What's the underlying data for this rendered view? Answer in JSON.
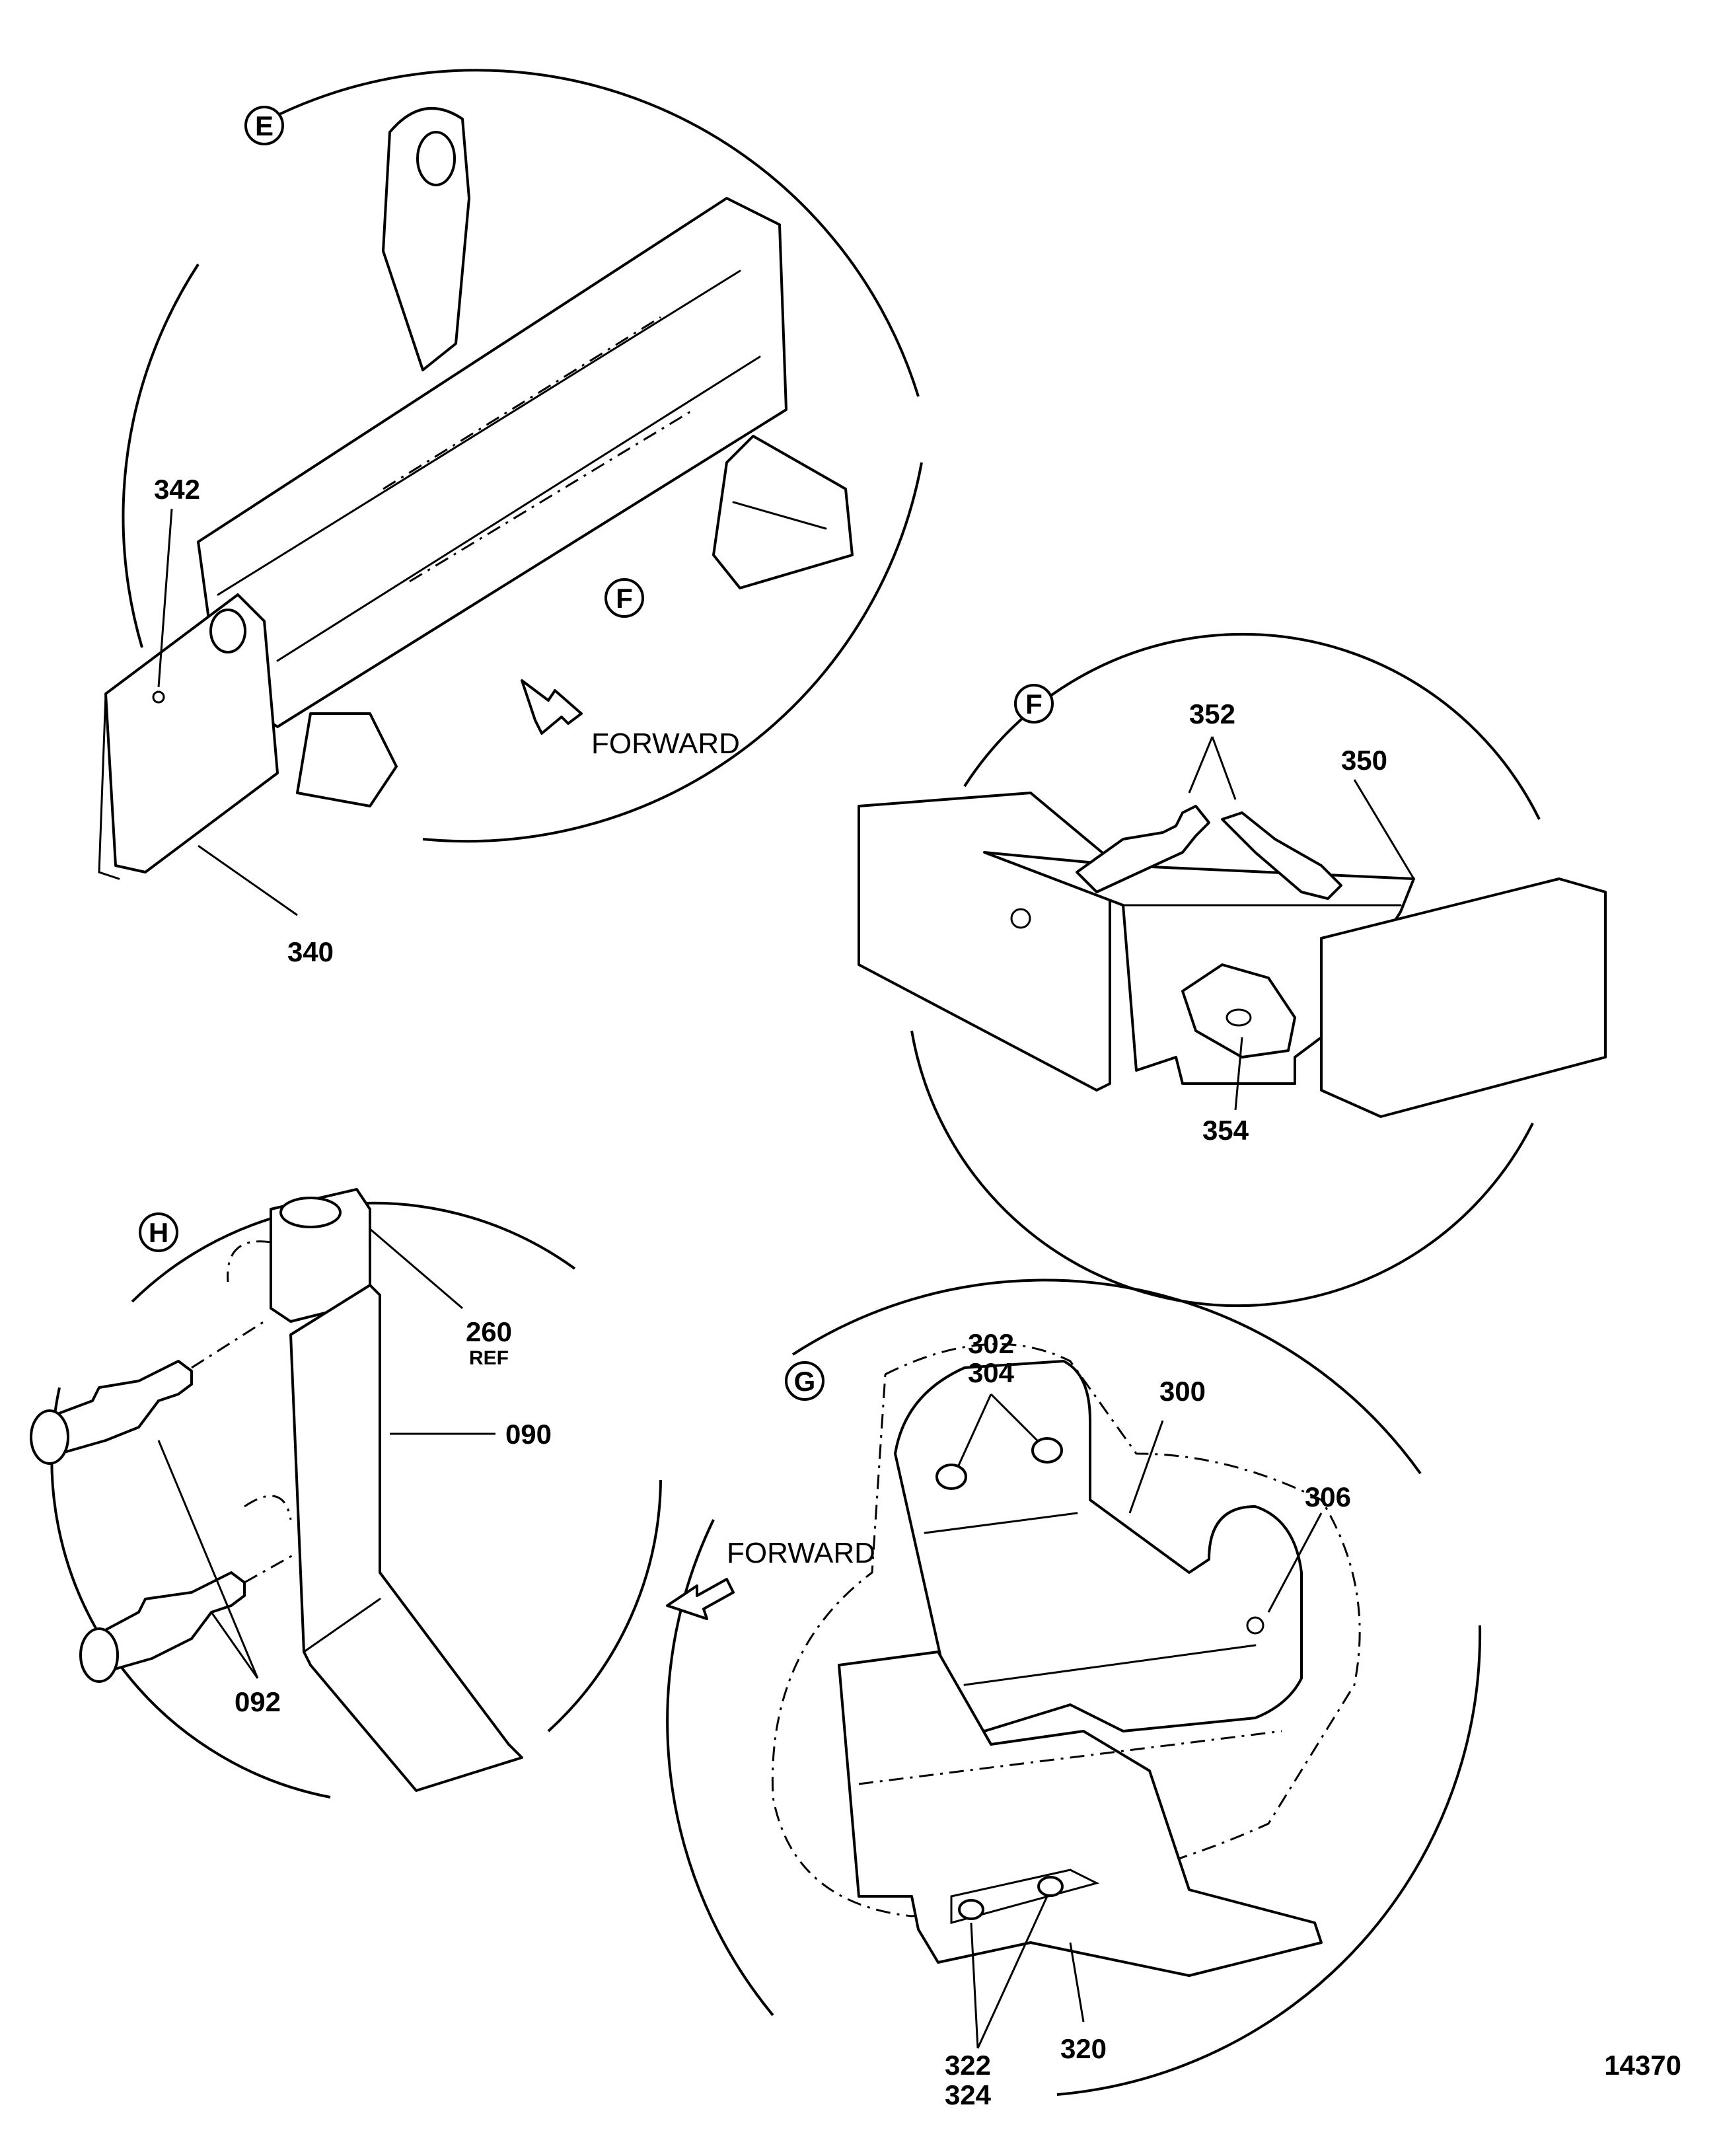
{
  "views": {
    "e": {
      "badge": "E",
      "forward": "FORWARD",
      "ref_f": "F",
      "callouts": {
        "a": "342",
        "b": "340"
      }
    },
    "f": {
      "badge": "F",
      "callouts": {
        "a": "352",
        "b": "350",
        "c": "354"
      }
    },
    "h": {
      "badge": "H",
      "callouts": {
        "a": "260",
        "a_sub": "REF",
        "b": "090",
        "c": "092"
      }
    },
    "g": {
      "badge": "G",
      "forward": "FORWARD",
      "callouts": {
        "a1": "302",
        "a2": "304",
        "b": "300",
        "c": "306",
        "d1": "322",
        "d2": "324",
        "e": "320"
      }
    }
  },
  "figure_number": "14370"
}
